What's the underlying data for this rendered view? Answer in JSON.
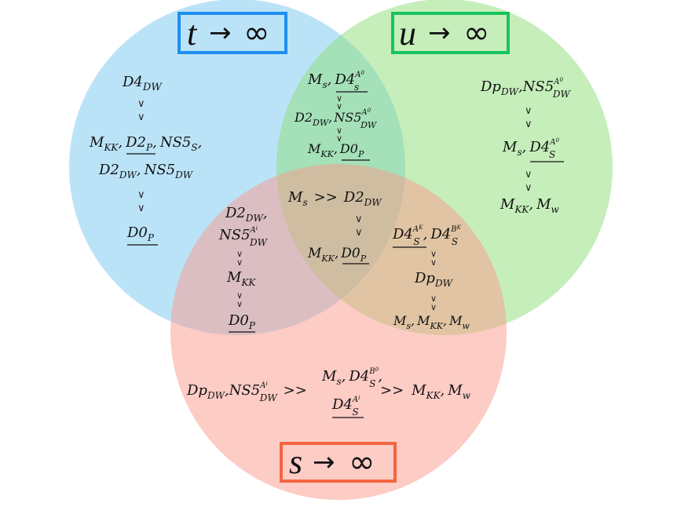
{
  "colors": {
    "t_circle": "#78c7f1",
    "u_circle": "#8edd78",
    "s_circle": "#f9998b",
    "t_border": "#1e8ff3",
    "u_border": "#17c35c",
    "s_border": "#f46541"
  },
  "labels": {
    "t": {
      "var": "t",
      "arrow": "→",
      "inf": "∞"
    },
    "u": {
      "var": "u",
      "arrow": "→",
      "inf": "∞"
    },
    "s": {
      "var": "s",
      "arrow": "→",
      "inf": "∞"
    }
  },
  "glyphs": {
    "chain": "∨",
    "gg": ">>"
  },
  "t_only": {
    "l1": {
      "base": "D4",
      "sub": "DW"
    },
    "l2": {
      "m": "M",
      "m_sub": "KK",
      "sep": ",",
      "d": "D2",
      "d_sub": "P",
      "sep2": ",",
      "n": "NS5",
      "n_sub": "S",
      "end": ","
    },
    "l3": {
      "d": "D2",
      "d_sub": "DW",
      "sep": ",",
      "n": "NS5",
      "n_sub": "DW"
    },
    "l4": {
      "base": "D0",
      "sub": "P"
    }
  },
  "u_only": {
    "l1": {
      "d": "Dp",
      "d_sub": "DW",
      "sep": ",",
      "n": "NS5",
      "n_sup": "A",
      "n_sup2": "0",
      "n_sub": "DW"
    },
    "l2": {
      "m": "M",
      "m_sub": "s",
      "sep": ",",
      "d": "D4",
      "d_sup": "A",
      "d_sup2": "0",
      "d_sub": "S"
    },
    "l3": {
      "m": "M",
      "m_sub": "KK",
      "sep": ",",
      "w": "M",
      "w_sub": "w"
    }
  },
  "tu": {
    "l1": {
      "m": "M",
      "m_sub": "s",
      "sep": ",",
      "d": "D4",
      "d_sup": "A",
      "d_sup2": "0",
      "d_sub": "s"
    },
    "l2": {
      "d": "D2",
      "d_sub": "DW",
      "sep": ",",
      "n": "NS5",
      "n_sup": "A",
      "n_sup2": "0",
      "n_sub": "DW"
    },
    "l3": {
      "m": "M",
      "m_sub": "KK",
      "sep": ",",
      "d": "D0",
      "d_sub": "P"
    }
  },
  "center": {
    "l1": {
      "m": "M",
      "m_sub": "s",
      "gg": ">>",
      "d": "D2",
      "d_sub": "DW"
    },
    "l2": {
      "m": "M",
      "m_sub": "KK",
      "sep": ",",
      "d": "D0",
      "d_sub": "P"
    }
  },
  "ts": {
    "l1": {
      "d": "D2",
      "d_sub": "DW",
      "end": ","
    },
    "l2": {
      "n": "NS5",
      "n_sup": "A",
      "n_sup2": "i",
      "n_sub": "DW"
    },
    "l3": {
      "m": "M",
      "m_sub": "KK"
    },
    "l4": {
      "d": "D0",
      "d_sub": "P"
    }
  },
  "us": {
    "l1": {
      "a": "D4",
      "a_sup": "A",
      "a_sup2": "K",
      "a_sub": "S",
      "sep": ",",
      "b": "D4",
      "b_sup": "B",
      "b_sup2": "K",
      "b_sub": "S"
    },
    "l2": {
      "d": "Dp",
      "d_sub": "DW"
    },
    "l3": {
      "m": "M",
      "m_sub": "s",
      "sep": ",",
      "k": "M",
      "k_sub": "KK",
      "sep2": ",",
      "w": "M",
      "w_sub": "w"
    }
  },
  "s_only": {
    "left": {
      "d": "Dp",
      "d_sub": "DW",
      "sep": ",",
      "n": "NS5",
      "n_sup": "A",
      "n_sup2": "i",
      "n_sub": "DW",
      "gg": ">>"
    },
    "mid_top": {
      "m": "M",
      "m_sub": "s",
      "sep": ",",
      "d": "D4",
      "d_sup": "B",
      "d_sup2": "0",
      "d_sub": "S",
      "end": ","
    },
    "mid_bot": {
      "d": "D4",
      "d_sup": "A",
      "d_sup2": "i",
      "d_sub": "S"
    },
    "right": {
      "gg": ">>",
      "m": "M",
      "m_sub": "KK",
      "sep": ",",
      "w": "M",
      "w_sub": "w"
    }
  }
}
